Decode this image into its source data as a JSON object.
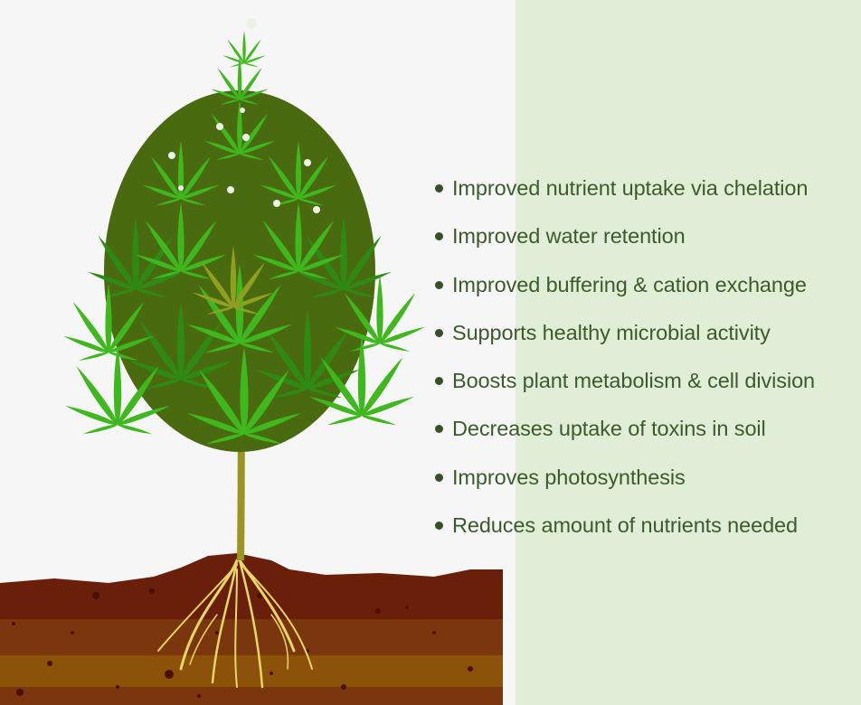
{
  "illustration": {
    "subject": "cannabis plant with root system in soil",
    "colors": {
      "background": "#f6f6f6",
      "panel": "#e0eed8",
      "leaf": "#3fb81e",
      "leaf_dark": "#2f8a14",
      "stem": "#9a9420",
      "soil_top": "#6a1f0a",
      "soil_mid": "#7d3a0c",
      "soil_band": "#8c5209",
      "roots": "#e8d66a",
      "text": "#3c5a2c"
    }
  },
  "benefits": {
    "bullet_icon": "bullet-dot",
    "items": [
      "Improved nutrient uptake via chelation",
      "Improved water retention",
      "Improved buffering & cation exchange",
      "Supports healthy microbial activity",
      "Boosts plant metabolism & cell division",
      "Decreases uptake of toxins in soil",
      "Improves photosynthesis",
      "Reduces amount of nutrients needed"
    ]
  }
}
